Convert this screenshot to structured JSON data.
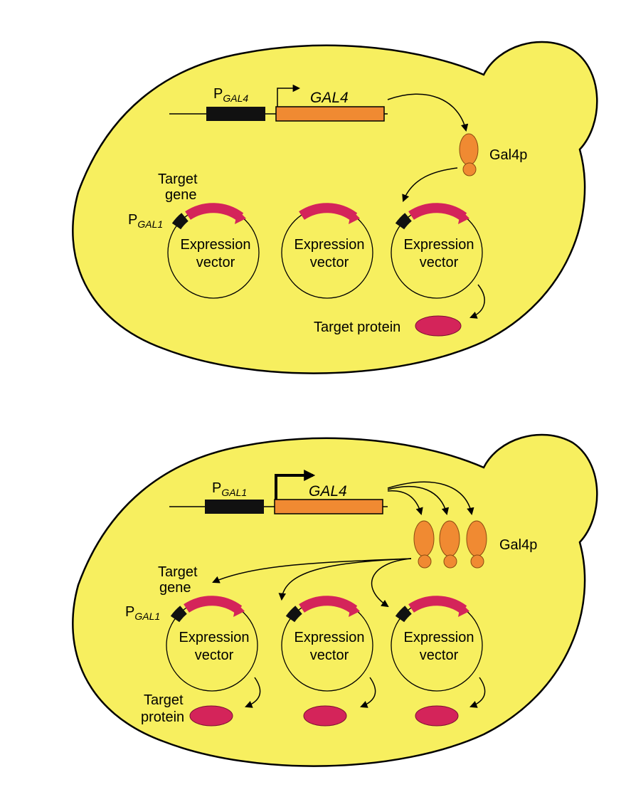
{
  "colors": {
    "cell": "#f7ef5f",
    "gene": "#f08a32",
    "promoter": "#111111",
    "target": "#d4245a",
    "protein": "#d4245a"
  },
  "panel_top": {
    "promoter_main": "P",
    "promoter_sub": "GAL4",
    "gene_label": "GAL4",
    "protein_label": "Gal4p",
    "target_gene_line1": "Target",
    "target_gene_line2": "gene",
    "vector_promoter_main": "P",
    "vector_promoter_sub": "GAL1",
    "vectors": [
      {
        "line1": "Expression",
        "line2": "vector"
      },
      {
        "line1": "Expression",
        "line2": "vector"
      },
      {
        "line1": "Expression",
        "line2": "vector"
      }
    ],
    "target_protein_label": "Target protein"
  },
  "panel_bottom": {
    "promoter_main": "P",
    "promoter_sub": "GAL1",
    "gene_label": "GAL4",
    "protein_label": "Gal4p",
    "target_gene_line1": "Target",
    "target_gene_line2": "gene",
    "vector_promoter_main": "P",
    "vector_promoter_sub": "GAL1",
    "vectors": [
      {
        "line1": "Expression",
        "line2": "vector"
      },
      {
        "line1": "Expression",
        "line2": "vector"
      },
      {
        "line1": "Expression",
        "line2": "vector"
      }
    ],
    "target_protein_line1": "Target",
    "target_protein_line2": "protein"
  }
}
